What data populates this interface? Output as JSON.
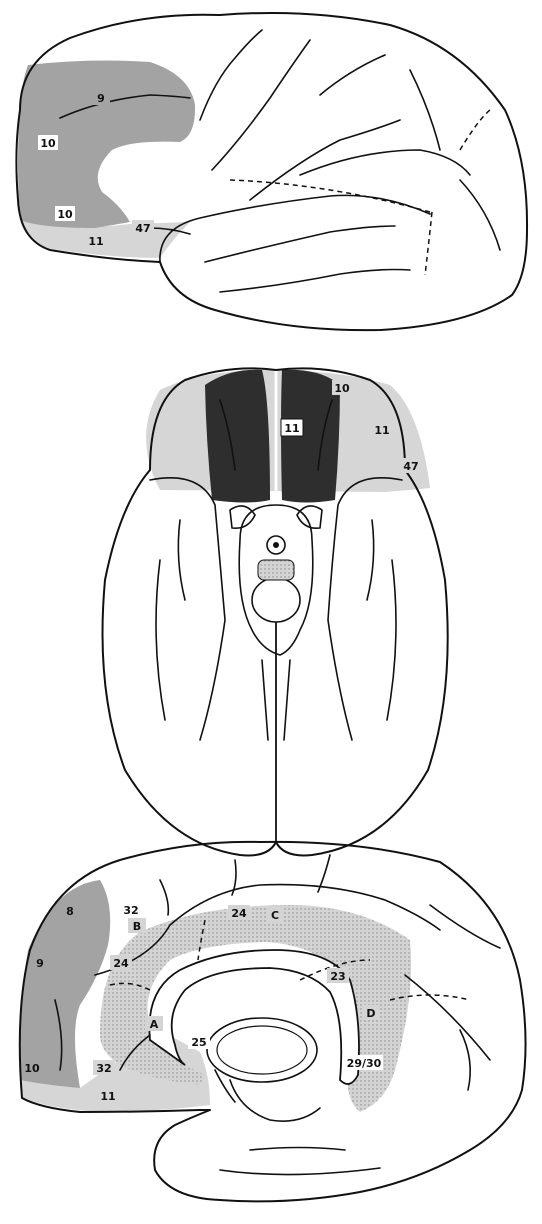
{
  "colors": {
    "light_region": "#d6d6d6",
    "medium_region": "#a3a3a3",
    "dark_region": "#2e2e2e",
    "dotted_region": "#cfcfcf",
    "outline": "#111111"
  },
  "lateral_view": {
    "labels": [
      "9",
      "10",
      "10",
      "11",
      "47"
    ]
  },
  "ventral_view": {
    "labels": [
      "10",
      "11",
      "47",
      "11"
    ]
  },
  "medial_view": {
    "labels": [
      "8",
      "9",
      "10",
      "32",
      "B",
      "24",
      "C",
      "24",
      "23",
      "D",
      "A",
      "25",
      "32",
      "11",
      "29/30"
    ]
  }
}
